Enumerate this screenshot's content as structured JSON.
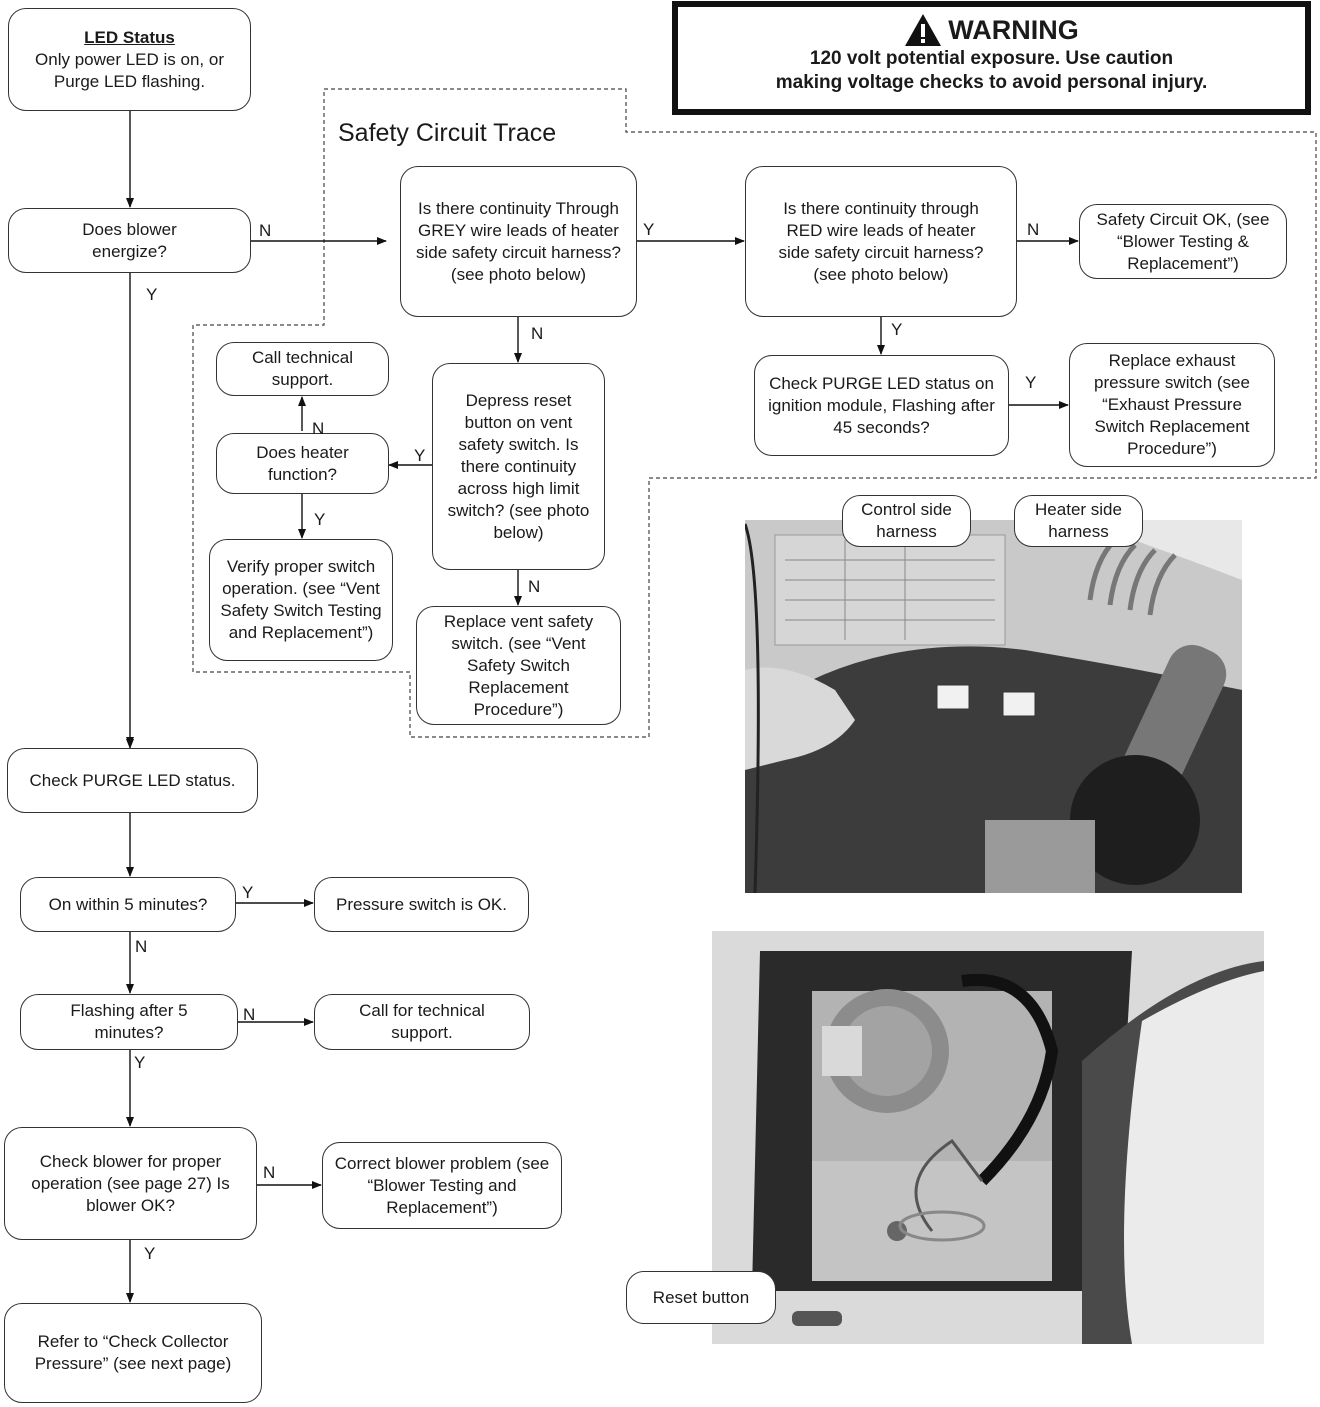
{
  "warning": {
    "heading": "WARNING",
    "line1": "120 volt potential exposure. Use caution",
    "line2": "making voltage checks to avoid personal injury."
  },
  "safety_title": "Safety Circuit Trace",
  "nodes": {
    "led_status": {
      "title": "LED Status",
      "text": "Only power LED is on, or Purge LED flashing."
    },
    "blower": "Does blower energize?",
    "grey": "Is there continuity Through GREY wire leads of heater side safety circuit harness? (see photo below)",
    "red": "Is there continuity through RED wire leads of heater side safety circuit harness? (see photo below)",
    "safety_ok": "Safety Circuit OK, (see “Blower Testing & Replacement”)",
    "purge_status": "Check PURGE LED status on ignition module, Flashing after 45 seconds?",
    "replace_exhaust": "Replace exhaust pressure switch (see “Exhaust Pressure Switch Replacement Procedure”)",
    "call_tech": "Call technical support.",
    "depress_reset": "Depress reset button on vent safety switch. Is there continuity across high limit switch? (see photo below)",
    "heater_function": "Does heater function?",
    "verify_switch": "Verify proper switch operation. (see “Vent Safety Switch Testing and Replacement”)",
    "replace_vent": "Replace vent safety switch. (see “Vent Safety Switch Replacement Procedure”)",
    "check_purge": "Check PURGE LED status.",
    "on_within": "On within 5 minutes?",
    "pressure_ok": "Pressure switch is OK.",
    "flashing_after": "Flashing after 5 minutes?",
    "call_for_tech": "Call for technical support.",
    "check_blower": "Check blower for proper operation (see page 27) Is blower OK?",
    "correct_blower": "Correct blower problem (see “Blower Testing and Replacement”)",
    "refer_to": "Refer to “Check Collector Pressure” (see next page)"
  },
  "edge_labels": {
    "blower_n": "N",
    "blower_y": "Y",
    "grey_y": "Y",
    "grey_n": "N",
    "red_n": "N",
    "red_y": "Y",
    "purge_y": "Y",
    "depress_y": "Y",
    "depress_n": "N",
    "heater_n": "N",
    "heater_y": "Y",
    "on_within_y": "Y",
    "on_within_n": "N",
    "flashing_n": "N",
    "flashing_y": "Y",
    "check_blower_n": "N",
    "check_blower_y": "Y"
  },
  "photo_callouts": {
    "control_side": "Control side harness",
    "heater_side": "Heater side harness",
    "reset_button": "Reset button"
  },
  "icons": [
    "warning-triangle-icon"
  ]
}
